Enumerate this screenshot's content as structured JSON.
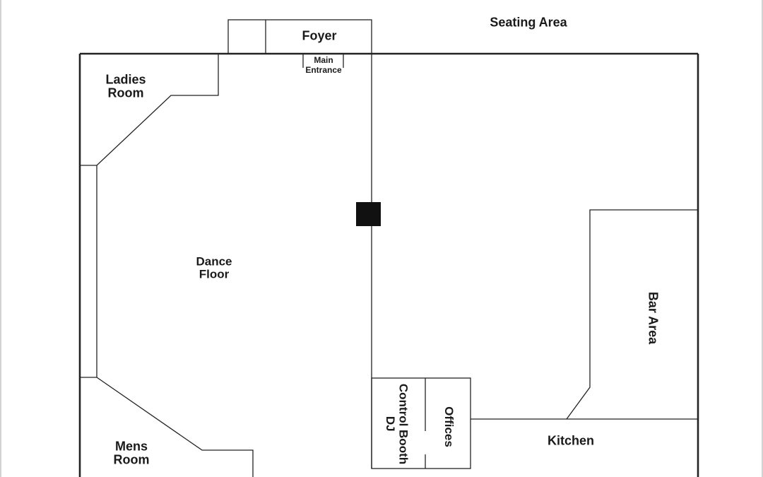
{
  "floor_plan": {
    "rooms": {
      "seating_area": "Seating Area",
      "foyer": "Foyer",
      "main_entrance": [
        "Main",
        "Entrance"
      ],
      "ladies_room": [
        "Ladies",
        "Room"
      ],
      "dance_floor": [
        "Dance",
        "Floor"
      ],
      "bar_area": "Bar Area",
      "control_booth": [
        "Control Booth",
        "DJ"
      ],
      "offices": "Offices",
      "kitchen": "Kitchen",
      "mens_room": [
        "Mens",
        "Room"
      ]
    },
    "colors": {
      "wall": "#1a1a1a",
      "pillar": "#111111",
      "background": "#ffffff"
    }
  }
}
